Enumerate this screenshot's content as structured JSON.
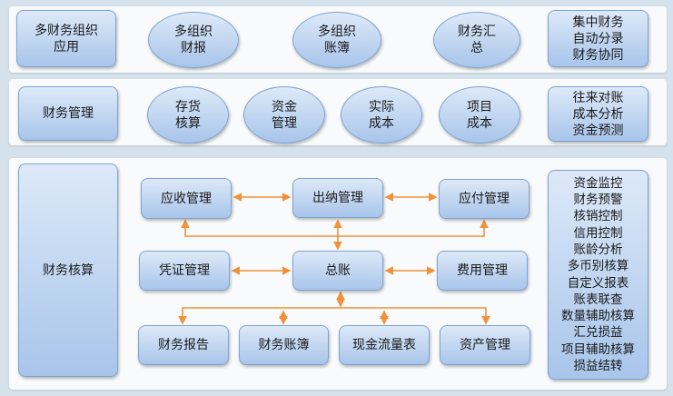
{
  "layer_top": {
    "label": "多财务组织\n应用",
    "items": [
      "多组织\n财报",
      "多组织\n账簿",
      "财务汇\n总"
    ],
    "side": "集中财务\n自动分录\n财务协同"
  },
  "layer_mid": {
    "label": "财务管理",
    "items": [
      "存货\n核算",
      "资金\n管理",
      "实际\n成本",
      "项目\n成本"
    ],
    "side": "往来对账\n成本分析\n资金预测"
  },
  "layer_bottom": {
    "label": "财务核算",
    "modules": {
      "ar": "应收管理",
      "cashier": "出纳管理",
      "ap": "应付管理",
      "voucher": "凭证管理",
      "gl": "总账",
      "expense": "费用管理",
      "report": "财务报告",
      "books": "财务账簿",
      "cashflow": "现金流量表",
      "assets": "资产管理"
    },
    "side": "资金监控\n财务预警\n核销控制\n信用控制\n账龄分析\n多币别核算\n自定义报表\n账表联查\n数量辅助核算\n汇兑损益\n项目辅助核算\n损益结转"
  },
  "colors": {
    "arrow": "#f0923a",
    "background": "#d5e2eb"
  }
}
